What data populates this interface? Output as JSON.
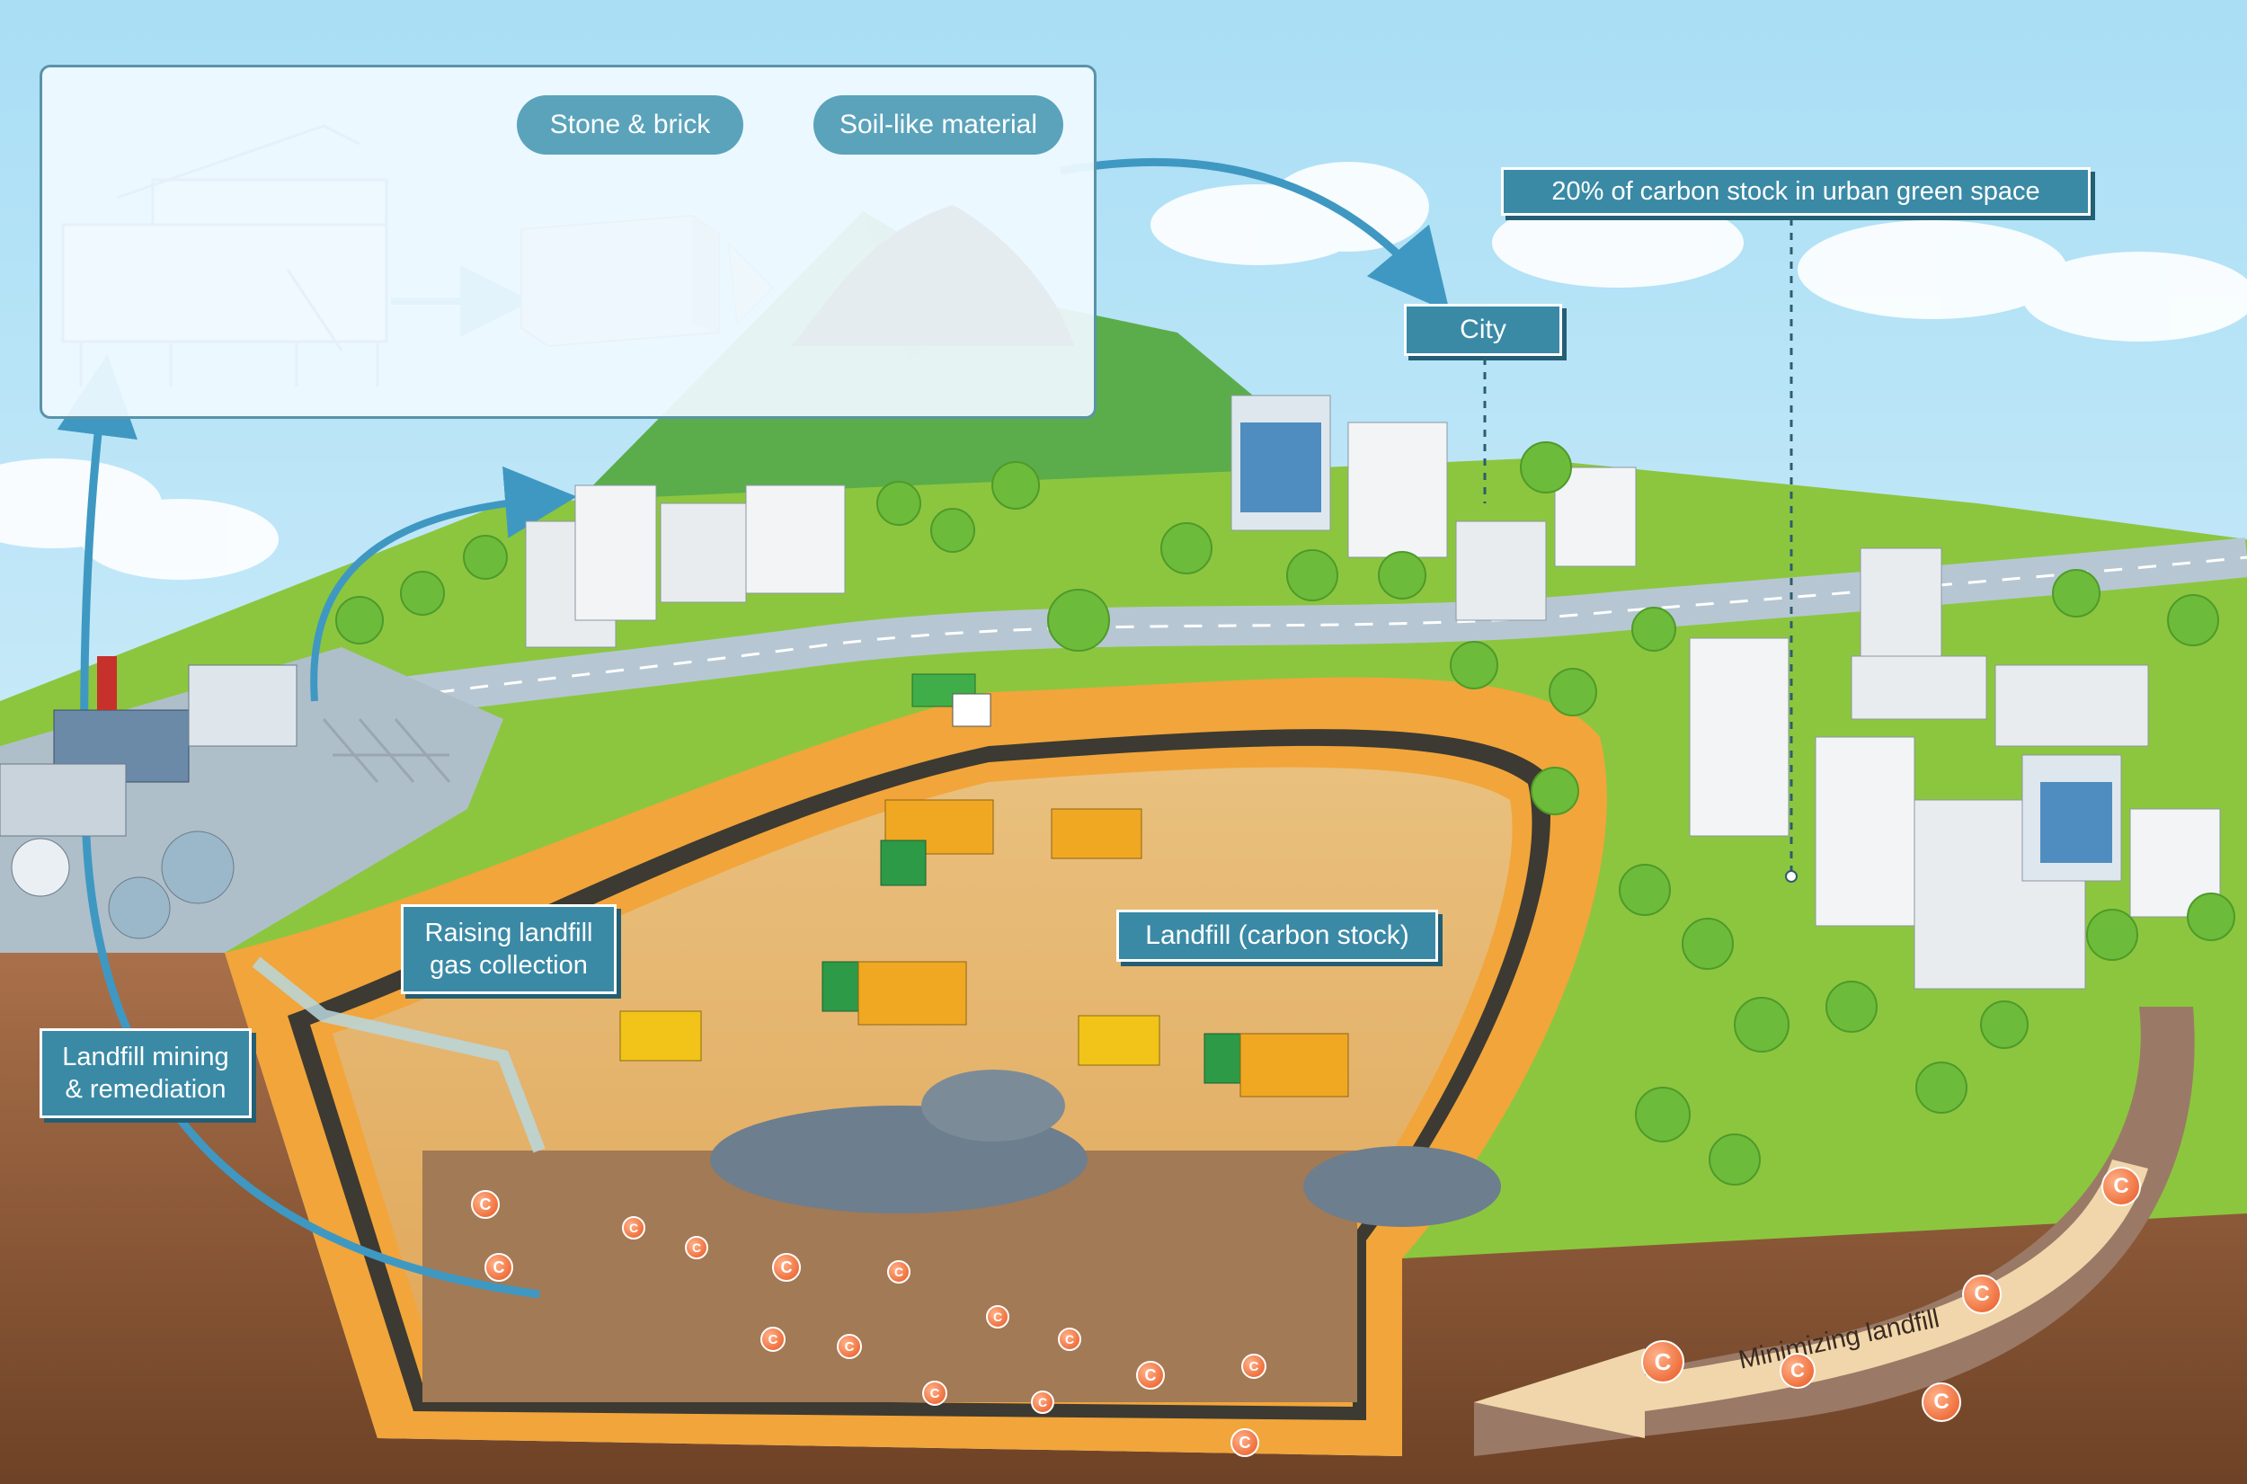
{
  "diagram": {
    "inset": {
      "stone_brick_label": "Stone & brick",
      "soil_label": "Soil-like material"
    },
    "labels": {
      "carbon_stock_green_space": "20% of carbon stock in urban green space",
      "city": "City",
      "raising_gas_collection": "Raising landfill\ngas collection",
      "landfill_carbon_stock": "Landfill (carbon stock)",
      "landfill_mining": "Landfill mining\n& remediation",
      "minimizing_landfill": "Minimizing landfill"
    },
    "carbon_marker_letter": "C",
    "colors": {
      "label_teal": "#3a8aa6",
      "pill_teal": "#5aa3bb",
      "landfill_orange": "#f2a53a",
      "sand": "#e8b86d",
      "grass": "#8cc63f",
      "soil_brown": "#8a5a35",
      "arrow_blue": "#3f98c2",
      "carbon_orange": "#f06b32"
    }
  }
}
